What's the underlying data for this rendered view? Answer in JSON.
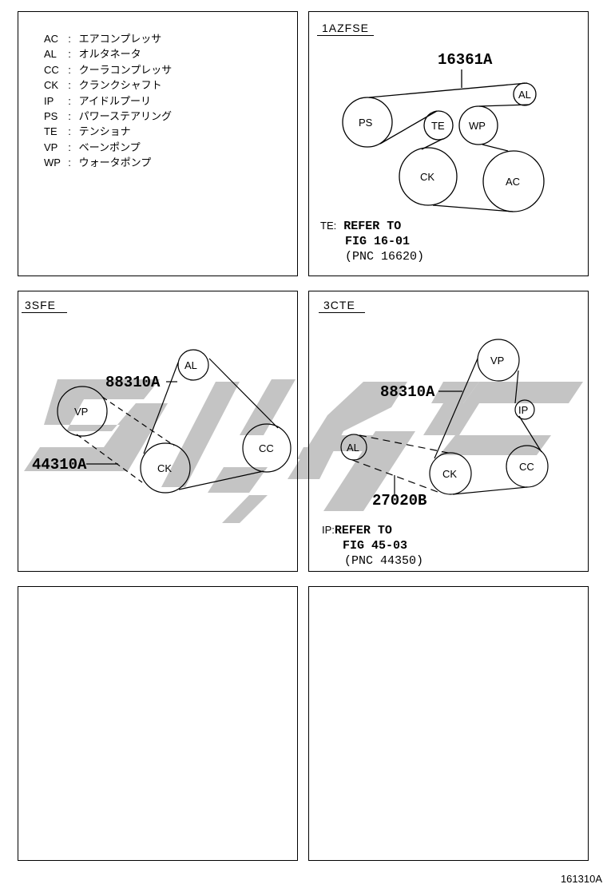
{
  "legend": {
    "items": [
      {
        "code": "AC",
        "sep": ":",
        "name": "エアコンプレッサ"
      },
      {
        "code": "AL",
        "sep": ":",
        "name": "オルタネータ"
      },
      {
        "code": "CC",
        "sep": ":",
        "name": "クーラコンプレッサ"
      },
      {
        "code": "CK",
        "sep": ":",
        "name": "クランクシャフト"
      },
      {
        "code": "IP",
        "sep": ":",
        "name": "アイドルプーリ"
      },
      {
        "code": "PS",
        "sep": ":",
        "name": "パワーステアリング"
      },
      {
        "code": "TE",
        "sep": ":",
        "name": "テンショナ"
      },
      {
        "code": "VP",
        "sep": ":",
        "name": "ベーンポンプ"
      },
      {
        "code": "WP",
        "sep": ":",
        "name": "ウォータポンプ"
      }
    ]
  },
  "panels": {
    "p1azfse": {
      "title": "1AZFSE",
      "part_number": "16361A",
      "pulleys": {
        "ps": "PS",
        "te": "TE",
        "wp": "WP",
        "al": "AL",
        "ck": "CK",
        "ac": "AC"
      },
      "note": {
        "prefix": "TE:",
        "line1": "REFER TO",
        "line2": "FIG 16-01",
        "line3": "(PNC 16620)"
      }
    },
    "p3sfe": {
      "title": "3SFE",
      "part_numbers": {
        "belt_main": "88310A",
        "belt_vp": "44310A"
      },
      "pulleys": {
        "vp": "VP",
        "al": "AL",
        "ck": "CK",
        "cc": "CC"
      }
    },
    "p3cte": {
      "title": "3CTE",
      "part_numbers": {
        "belt_main": "88310A",
        "belt_al": "27020B"
      },
      "pulleys": {
        "vp": "VP",
        "ip": "IP",
        "al": "AL",
        "ck": "CK",
        "cc": "CC"
      },
      "note": {
        "prefix": "IP:",
        "line1": "REFER TO",
        "line2": "FIG 45-03",
        "line3": "(PNC 44350)"
      }
    }
  },
  "footer": {
    "figure_id": "161310A"
  },
  "colors": {
    "line": "#000000",
    "watermark": "#c4c4c4",
    "background": "#ffffff"
  }
}
